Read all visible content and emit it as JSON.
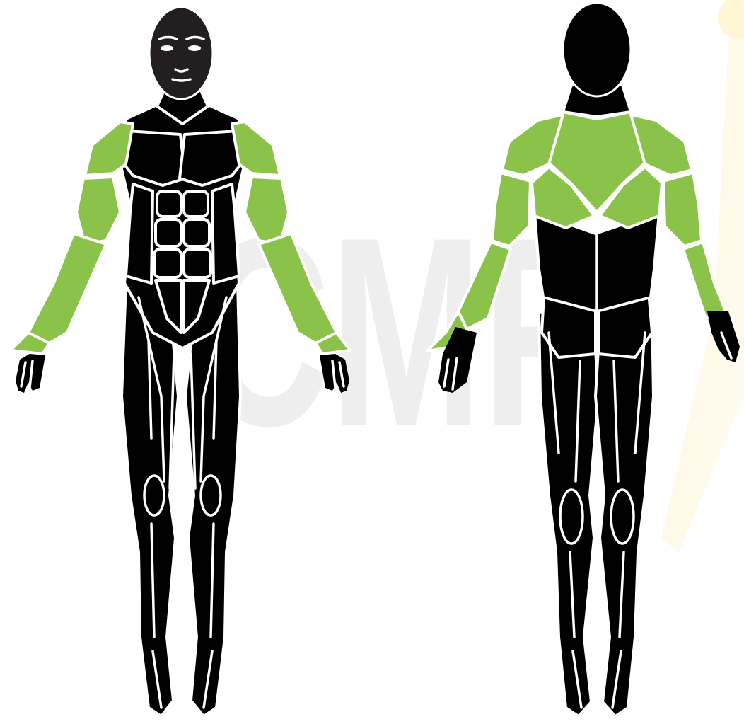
{
  "watermark": {
    "text": "CMF",
    "color": "#eeeeee"
  },
  "colors": {
    "highlight": "#8bc34a",
    "body": "#000000",
    "face": "#231f20",
    "outline": "#ffffff",
    "accent_glow": "#fff6d6"
  },
  "views": [
    {
      "name": "front",
      "highlighted": [
        "deltoids",
        "biceps",
        "forearms"
      ]
    },
    {
      "name": "back",
      "highlighted": [
        "trapezius",
        "rear-deltoids",
        "infraspinatus",
        "teres",
        "triceps",
        "forearms"
      ]
    }
  ]
}
